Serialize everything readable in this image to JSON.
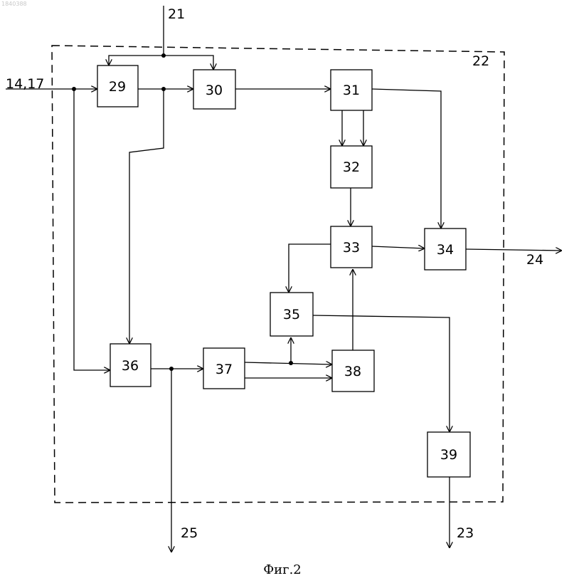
{
  "corner_mark": "1840388",
  "caption": "Фиг.2",
  "group": {
    "label": "22"
  },
  "blocks": [
    "29",
    "30",
    "31",
    "32",
    "33",
    "34",
    "35",
    "36",
    "37",
    "38",
    "39"
  ],
  "terminals": {
    "input_main": "14,17",
    "input_top": "21",
    "output_right": "24",
    "output_bottom_left": "25",
    "output_bottom_right": "23"
  },
  "connections": [
    [
      "14,17",
      "29"
    ],
    [
      "14,17",
      "36"
    ],
    [
      "21",
      "29"
    ],
    [
      "21",
      "30"
    ],
    [
      "29",
      "30"
    ],
    [
      "29",
      "36"
    ],
    [
      "30",
      "31"
    ],
    [
      "31",
      "32"
    ],
    [
      "31",
      "34"
    ],
    [
      "32",
      "33"
    ],
    [
      "33",
      "34"
    ],
    [
      "33",
      "35"
    ],
    [
      "34",
      "24"
    ],
    [
      "35",
      "39"
    ],
    [
      "39",
      "23"
    ],
    [
      "36",
      "37"
    ],
    [
      "36",
      "25"
    ],
    [
      "37",
      "35"
    ],
    [
      "37",
      "38"
    ],
    [
      "38",
      "33"
    ]
  ]
}
